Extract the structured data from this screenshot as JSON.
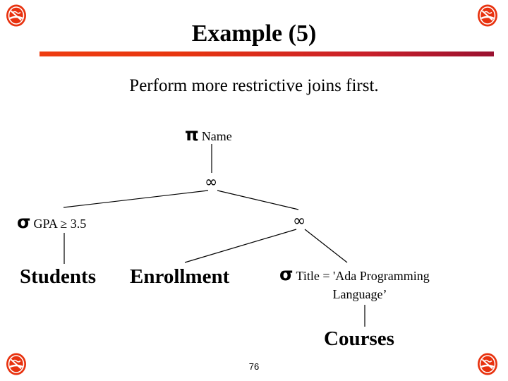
{
  "slide": {
    "title": "Example (5)",
    "subtitle": "Perform more restrictive joins first.",
    "page_number": "76",
    "accent_left": "#ee3d11",
    "accent_right": "#9a1130",
    "corner_icon_name": "no-smoking-icon",
    "corner_icon_color": "#e8320f"
  },
  "tree": {
    "nodes": {
      "project": {
        "symbol": "π",
        "subscript": "Name"
      },
      "join_top": {
        "symbol": "∞"
      },
      "select_gpa": {
        "symbol": "σ",
        "subscript": "GPA ≥ 3.5"
      },
      "join_mid": {
        "symbol": "∞"
      },
      "students": {
        "label": "Students"
      },
      "enrollment": {
        "label": "Enrollment"
      },
      "select_title": {
        "symbol": "σ",
        "subscript_line1": "Title = 'Ada Programming",
        "subscript_line2": "Language’"
      },
      "courses": {
        "label": "Courses"
      }
    }
  }
}
